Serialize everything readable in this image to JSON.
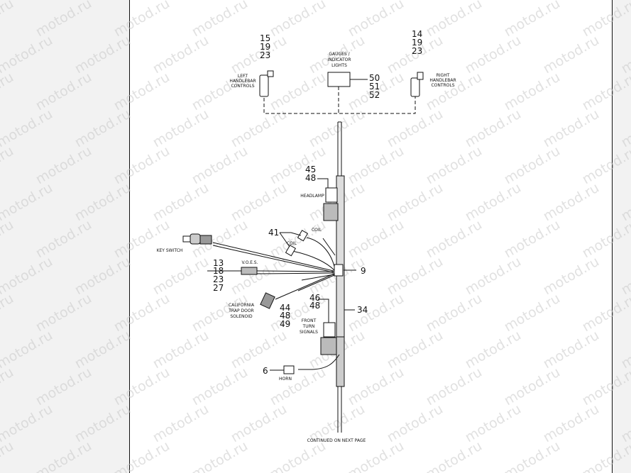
{
  "watermark": "motod.ru",
  "footer": "CONTINUED ON NEXT PAGE",
  "components": {
    "left_handlebar": {
      "refs": [
        "15",
        "19",
        "23"
      ],
      "label": [
        "LEFT",
        "HANDLEBAR",
        "CONTROLS"
      ]
    },
    "gauges": {
      "refs": [
        "50",
        "51",
        "52"
      ],
      "label": [
        "GAUGES /",
        "INDICATOR",
        "LIGHTS"
      ]
    },
    "right_handlebar": {
      "refs": [
        "14",
        "19",
        "23"
      ],
      "label": [
        "RIGHT",
        "HANDLEBAR",
        "CONTROLS"
      ]
    },
    "headlamp": {
      "refs": [
        "45",
        "48"
      ],
      "label": "HEADLAMP"
    },
    "coil_upper": {
      "label": "COIL"
    },
    "coil_lower": {
      "label": "COIL"
    },
    "coil_ref": "41",
    "key_switch": {
      "label": "KEY SWITCH"
    },
    "voes": {
      "refs": [
        "13",
        "18",
        "23",
        "27"
      ],
      "label": "V.O.E.S."
    },
    "junction": {
      "ref": "9"
    },
    "trap_door": {
      "refs": [
        "44",
        "48",
        "49"
      ],
      "label": [
        "CALIFORNIA",
        "TRAP DOOR",
        "SOLENOID"
      ]
    },
    "front_turn": {
      "refs": [
        "46",
        "48"
      ],
      "label": [
        "FRONT",
        "TURN",
        "SIGNALS"
      ]
    },
    "harness": {
      "ref": "34"
    },
    "horn": {
      "ref": "6",
      "label": "HORN"
    }
  },
  "colors": {
    "line": "#111111",
    "watermark": "#c9c9c9",
    "sleeve": "#777777"
  }
}
